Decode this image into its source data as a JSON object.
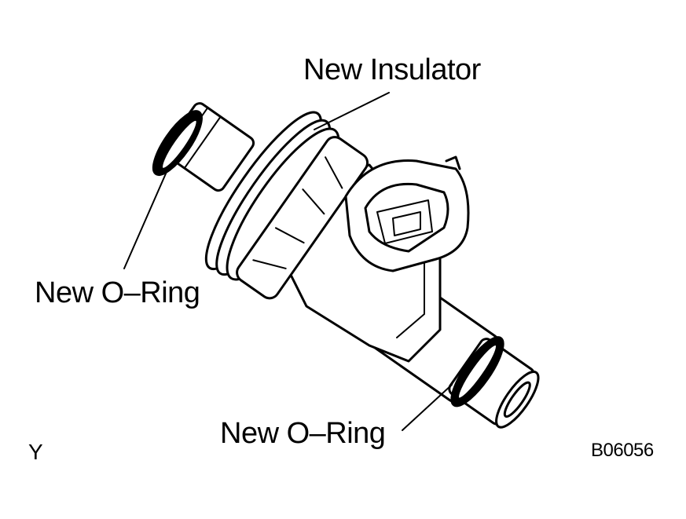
{
  "diagram": {
    "callouts": {
      "insulator": "New Insulator",
      "oring_upper": "New O–Ring",
      "oring_lower": "New O–Ring"
    },
    "corner_letter": "Y",
    "figure_code": "B06056",
    "colors": {
      "ink": "#000000",
      "paper": "#ffffff"
    }
  }
}
